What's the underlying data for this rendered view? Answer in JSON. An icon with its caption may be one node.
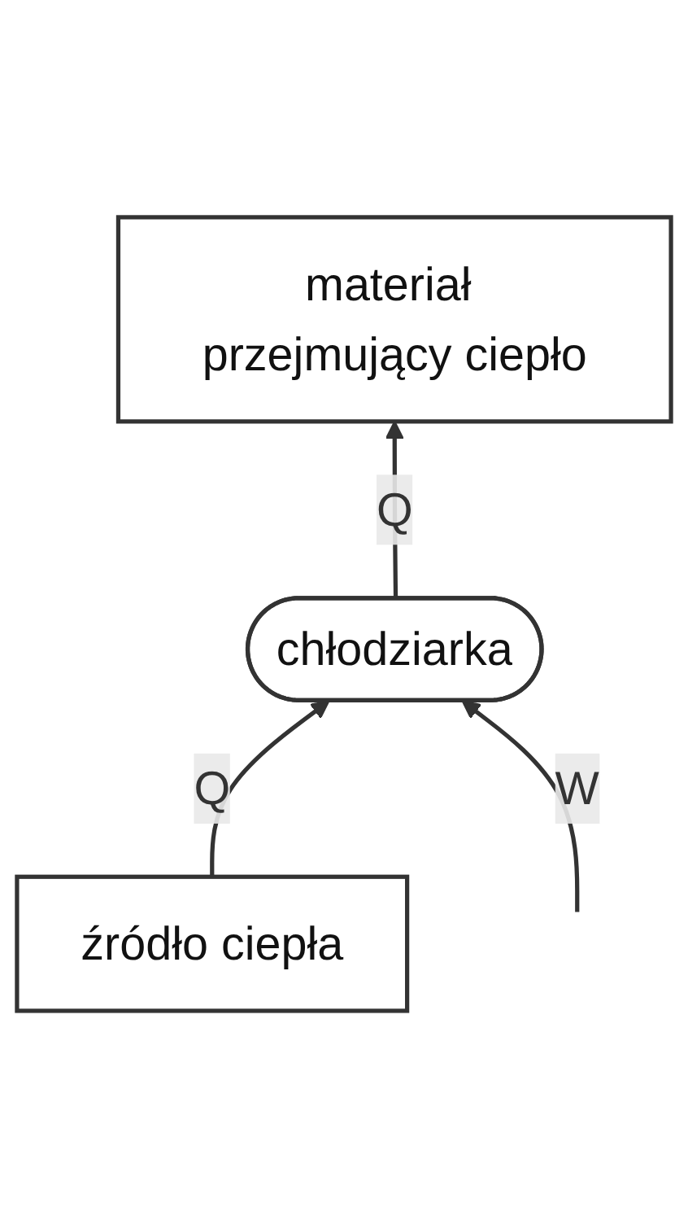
{
  "diagram": {
    "nodes": [
      {
        "text": [
          "materiał przejmujący ciepło"
        ]
      },
      {
        "text": [
          "chłodziarka"
        ]
      },
      {
        "text": [
          "źródło ciepła"
        ]
      }
    ],
    "edges": [
      {
        "from": 2,
        "to": 1,
        "arrow": "to",
        "label": "Q"
      },
      {
        "from": 1,
        "to": 0,
        "arrow": "to",
        "label": "Q"
      },
      {
        "from": null,
        "to": 1,
        "arrow": "to",
        "label": "W"
      }
    ]
  }
}
